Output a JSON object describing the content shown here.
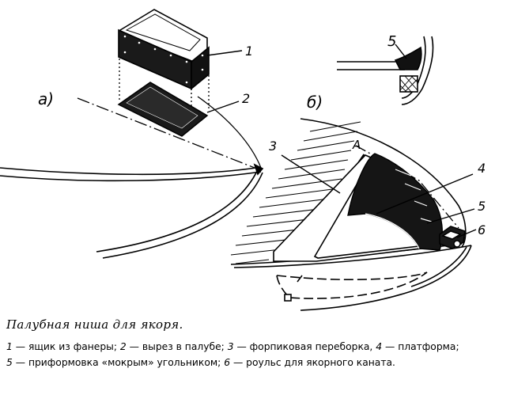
{
  "figure": {
    "label_a": "а)",
    "label_b": "б)",
    "callouts": {
      "c1": "1",
      "c2": "2",
      "c3": "3",
      "c4": "4",
      "c5": "5",
      "c6": "6",
      "c5_inset": "5"
    },
    "section_mark": "A"
  },
  "caption": {
    "title": "Палубная ниша для якоря.",
    "items": [
      {
        "num": "1",
        "text": " — ящик из фанеры; "
      },
      {
        "num": "2",
        "text": " — вырез в палубе; "
      },
      {
        "num": "3",
        "text": " — форпиковая переборка, "
      },
      {
        "num": "4",
        "text": " — платформа; "
      },
      {
        "num": "5",
        "text": " — приформовка «мокрым» угольником; "
      },
      {
        "num": "6",
        "text": " — роульс для якорного каната."
      }
    ]
  }
}
